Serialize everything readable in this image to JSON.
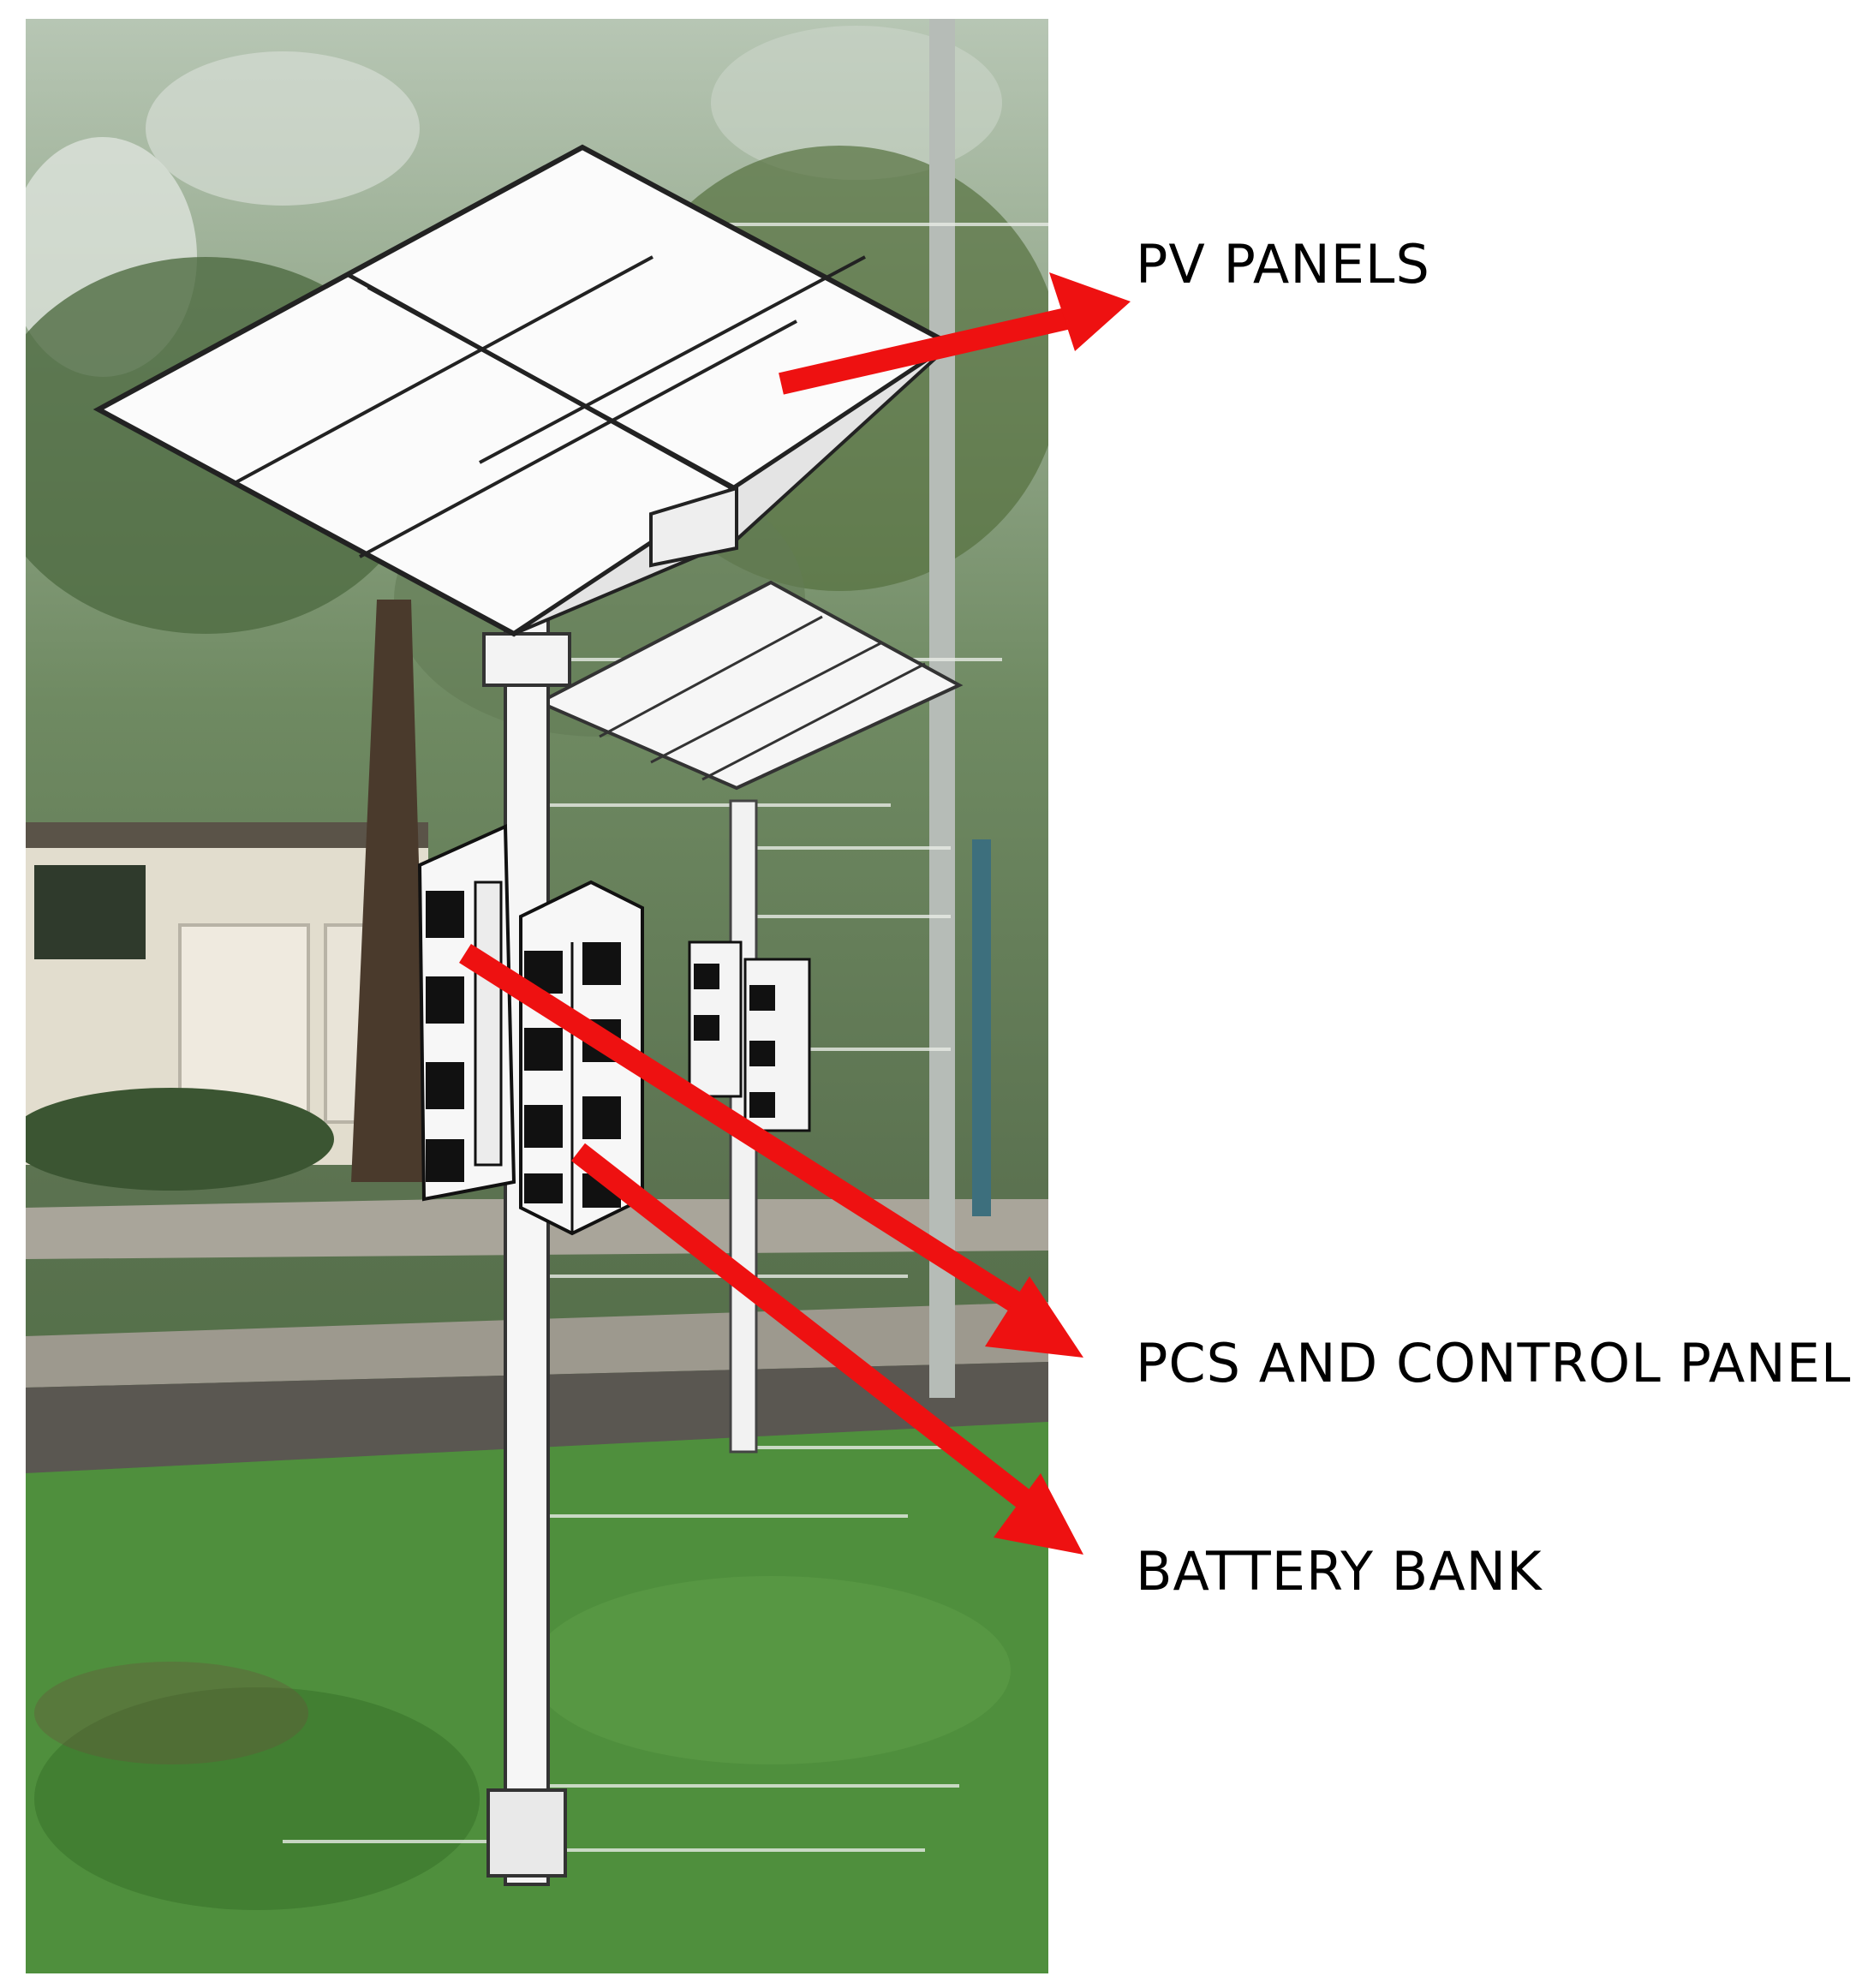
{
  "labels": {
    "pv_panels": "PV PANELS",
    "pcs_control": "PCS AND CONTROL PANEL",
    "battery_bank": "BATTERY BANK"
  },
  "colors": {
    "arrow": "#ee1111",
    "sky": "#cfd8d0",
    "foliage": "#5d7a4c",
    "grass": "#4d8a3c",
    "panel": "#fafafa",
    "pole": "#f4f4f4"
  }
}
